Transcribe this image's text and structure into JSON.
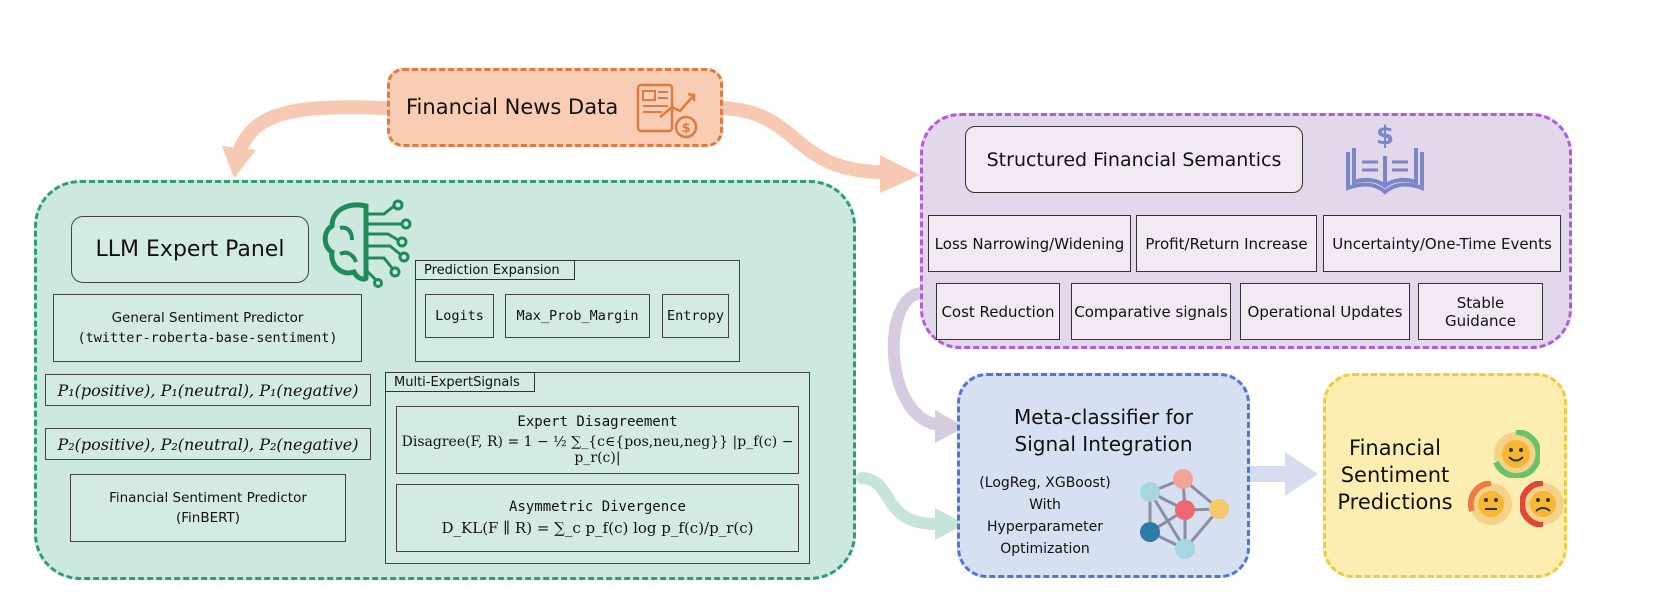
{
  "colors": {
    "green_panel": "#cde8de",
    "green_border": "#2f9e6e",
    "orange": "#f9cdb4",
    "purple": "#e3d8ea",
    "blue": "#d6e0f0",
    "yellow": "#fbeeb0"
  },
  "news": {
    "label": "Financial News Data",
    "icon": "news-chart-dollar-icon"
  },
  "expert": {
    "title": "LLM Expert Panel",
    "brain_icon": "brain-circuit-icon",
    "general": {
      "line1": "General Sentiment Predictor",
      "line2": "(twitter-roberta-base-sentiment)"
    },
    "p1": "P₁(positive), P₁(neutral), P₁(negative)",
    "p2": "P₂(positive), P₂(neutral), P₂(negative)",
    "finbert": {
      "line1": "Financial Sentiment Predictor",
      "line2": "(FinBERT)"
    },
    "expansion": {
      "tab": "Prediction Expansion",
      "items": [
        "Logits",
        "Max_Prob_Margin",
        "Entropy"
      ]
    },
    "signals": {
      "tab": "Multi-ExpertSignals",
      "disagreement": {
        "title": "Expert Disagreement",
        "formula": "Disagree(F, R) = 1 − ½ ∑_{c∈{pos,neu,neg}} |p_f(c) − p_r(c)|"
      },
      "divergence": {
        "title": "Asymmetric Divergence",
        "formula": "D_KL(F ∥ R) = ∑_c p_f(c) log p_f(c)/p_r(c)"
      }
    }
  },
  "semantics": {
    "title": "Structured Financial Semantics",
    "icon": "book-dollar-icon",
    "row1": [
      "Loss Narrowing/Widening",
      "Profit/Return Increase",
      "Uncertainty/One-Time Events"
    ],
    "row2": [
      "Cost Reduction",
      "Comparative signals",
      "Operational Updates",
      "Stable Guidance"
    ]
  },
  "meta": {
    "title_line1": "Meta-classifier for",
    "title_line2": "Signal Integration",
    "desc": [
      "(LogReg, XGBoost)",
      "With",
      "Hyperparameter",
      "Optimization"
    ],
    "icon": "network-graph-icon"
  },
  "output": {
    "lines": [
      "Financial",
      "Sentiment",
      "Predictions"
    ],
    "icons": [
      "happy-face-icon",
      "neutral-face-icon",
      "sad-face-icon"
    ]
  }
}
